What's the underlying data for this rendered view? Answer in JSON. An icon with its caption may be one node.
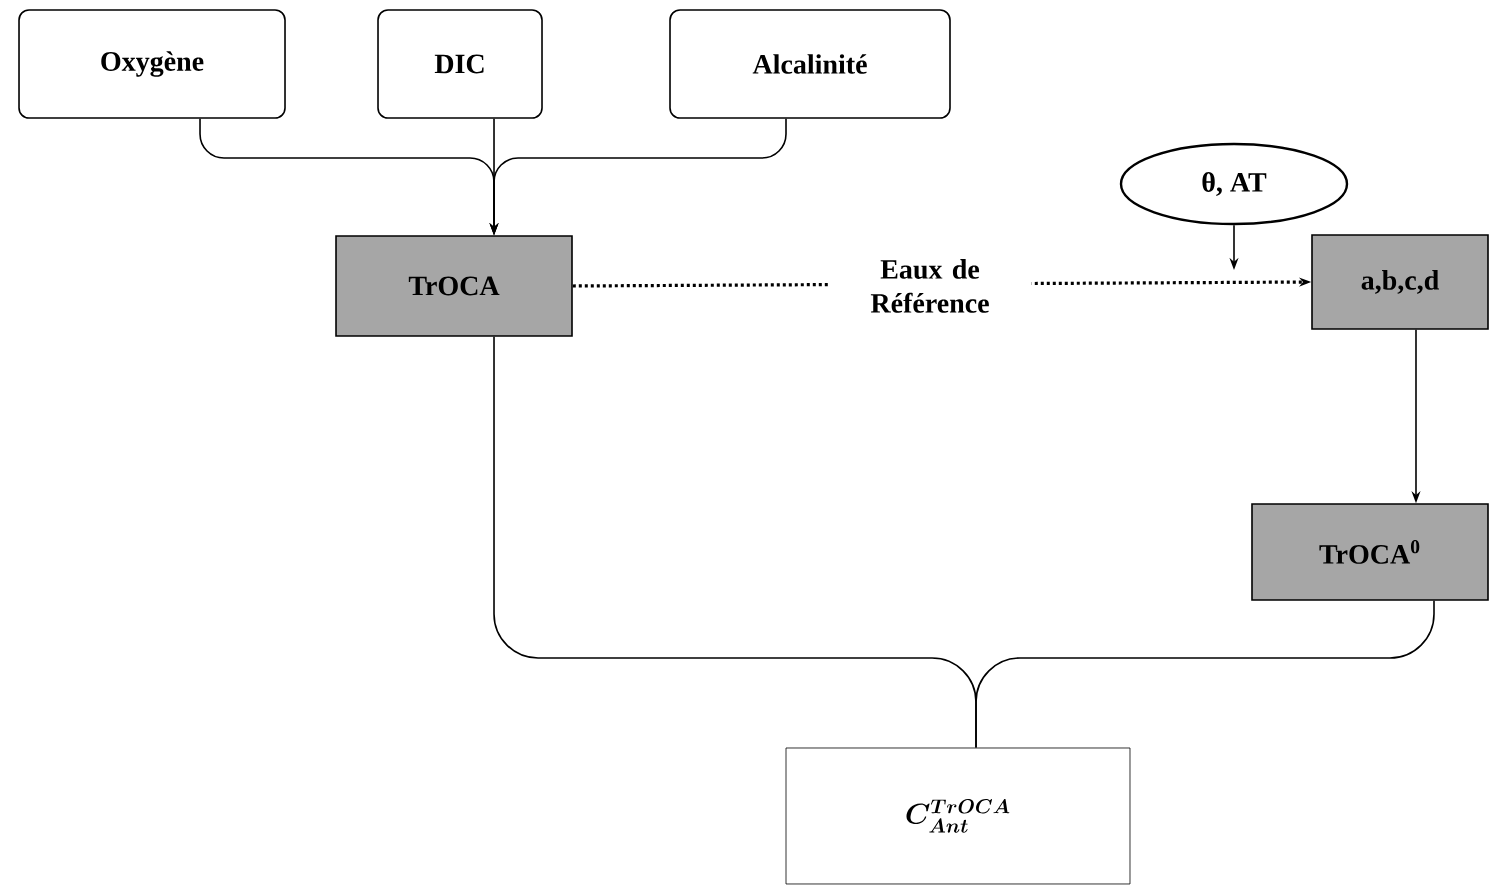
{
  "diagram": {
    "nodes": [
      {
        "text": [
          "Oxygène"
        ]
      },
      {
        "text": [
          "DIC"
        ]
      },
      {
        "text": [
          "Alcalinité"
        ]
      },
      {
        "text": [
          "TrOCA"
        ]
      },
      {
        "text": [
          "θ, AT"
        ]
      },
      {
        "text": [
          "a,b,c,d"
        ]
      },
      {
        "text": [
          "TrOCA$^{0}$"
        ]
      },
      {
        "text": [
          "C_{Ant}^{TrOCA}"
        ]
      }
    ],
    "edges": [
      {
        "from": 0,
        "to": 3,
        "arrow": "to"
      },
      {
        "from": 1,
        "to": 3,
        "arrow": "to"
      },
      {
        "from": 2,
        "to": 3,
        "arrow": "to"
      },
      {
        "from": 3,
        "to": 5,
        "arrow": "to",
        "label": "Eaux de Référence",
        "style": "dashed"
      },
      {
        "from": 4,
        "to": null,
        "arrow": "to"
      },
      {
        "from": 5,
        "to": 6,
        "arrow": "to"
      },
      {
        "from": 3,
        "to": 7,
        "arrow": "none"
      },
      {
        "from": 6,
        "to": 7,
        "arrow": "none"
      }
    ]
  }
}
